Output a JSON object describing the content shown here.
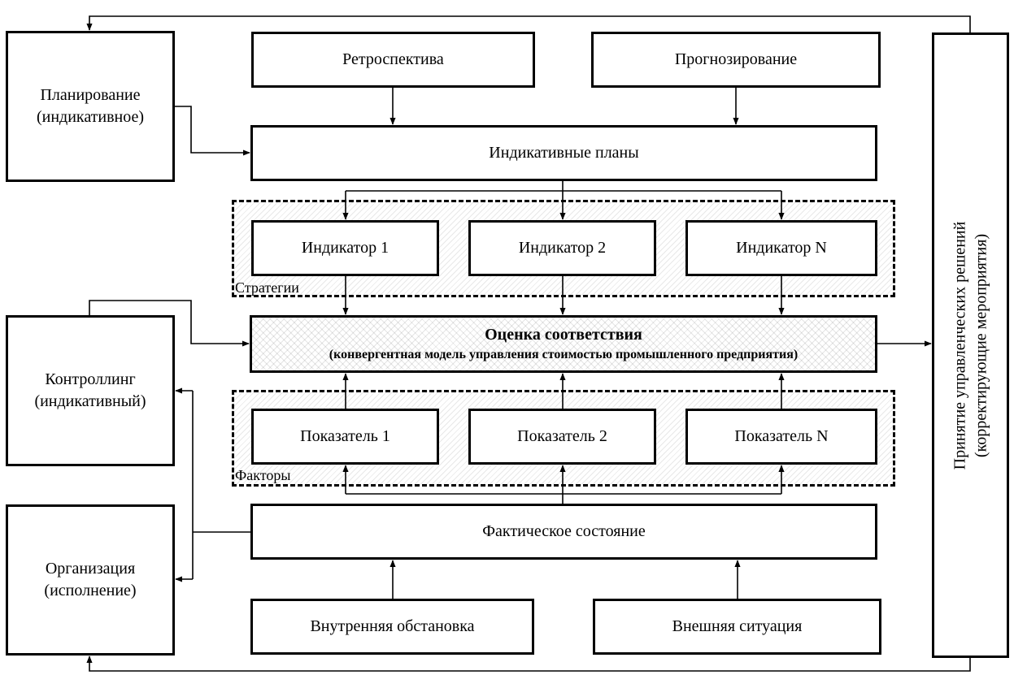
{
  "blocks": {
    "planning": "Планирование\n(индикативное)",
    "controlling": "Контроллинг\n(индикативный)",
    "organization": "Организация\n(исполнение)",
    "retrospective": "Ретроспектива",
    "forecasting": "Прогнозирование",
    "indicative_plans": "Индикативные планы",
    "indicator_1": "Индикатор 1",
    "indicator_2": "Индикатор 2",
    "indicator_n": "Индикатор N",
    "assessment_title": "Оценка соответствия",
    "assessment_subtitle": "(конвергентная модель управления стоимостью промышленного предприятия)",
    "metric_1": "Показатель 1",
    "metric_2": "Показатель 2",
    "metric_n": "Показатель N",
    "actual_state": "Фактическое состояние",
    "internal_environment": "Внутренняя обстановка",
    "external_situation": "Внешняя ситуация",
    "decisions_line1": "Принятие управленческих решений",
    "decisions_line2": "(корректирующие мероприятия)"
  },
  "groups": {
    "strategies": "Стратегии",
    "factors": "Факторы"
  }
}
